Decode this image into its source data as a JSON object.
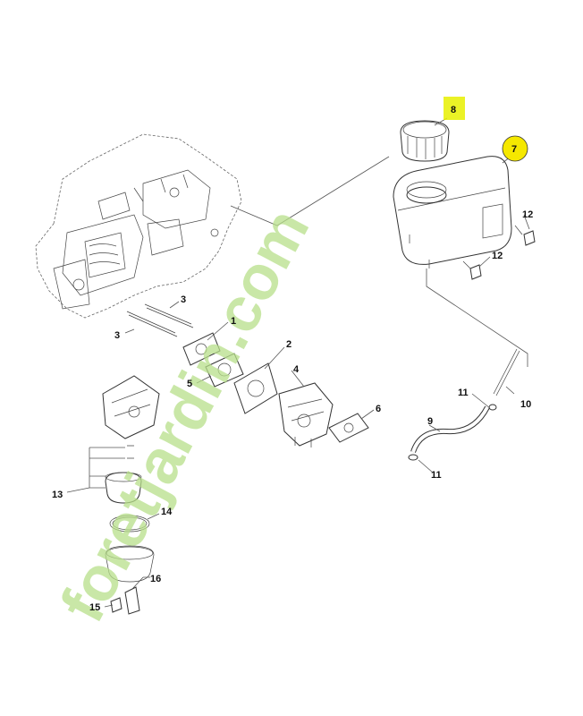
{
  "callouts": {
    "c1": "1",
    "c2": "2",
    "c3a": "3",
    "c3b": "3",
    "c4": "4",
    "c5": "5",
    "c6": "6",
    "c7": "7",
    "c8": "8",
    "c9": "9",
    "c10": "10",
    "c11a": "11",
    "c11b": "11",
    "c12a": "12",
    "c12b": "12",
    "c13": "13",
    "c14": "14",
    "c15": "15",
    "c16": "16"
  },
  "highlights": {
    "c7_color": "#f5e800",
    "c8_color": "#e8f000"
  },
  "watermark": {
    "text": "foretjardin.com",
    "color": "#b8e08a"
  }
}
